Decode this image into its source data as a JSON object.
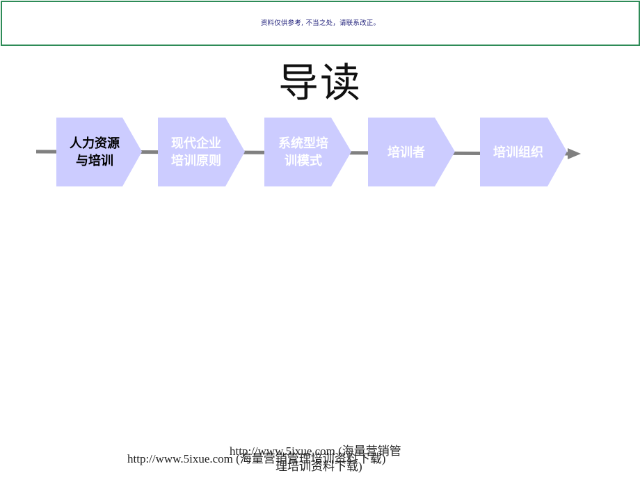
{
  "notice": "资料仅供参考, 不当之处，请联系改正。",
  "title": "导读",
  "steps": [
    {
      "label_line1": "人力资源",
      "label_line2": "与培训",
      "active": true
    },
    {
      "label_line1": "现代企业",
      "label_line2": "培训原则",
      "active": false
    },
    {
      "label_line1": "系统型培",
      "label_line2": "训模式",
      "active": false
    },
    {
      "label_line1": "培训者",
      "label_line2": "",
      "active": false
    },
    {
      "label_line1": "培训组织",
      "label_line2": "",
      "active": false
    }
  ],
  "colors": {
    "step_fill": "#ccccff",
    "step_text_inactive": "#ffffff",
    "step_text_active": "#000000",
    "connector": "#808080",
    "notice_border": "#2e8b57"
  },
  "footer": {
    "line_a": "http://www.5ixue.com (海量营销管",
    "line_b": "http://www.5ixue.com (海量营销管理培训资料下载)",
    "line_c": "理培训资料下载)"
  }
}
